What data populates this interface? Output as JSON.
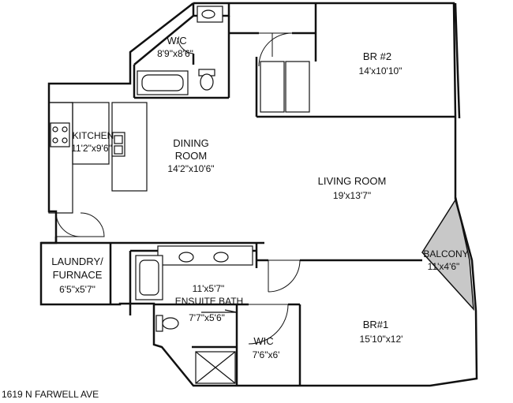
{
  "rooms": {
    "wc": {
      "name": "W/C",
      "dims": "8'9\"x8'6\""
    },
    "br2": {
      "name": "BR #2",
      "dims": "14'x10'10\""
    },
    "kitchen": {
      "name": "KITCHEN",
      "dims": "11'2\"x9'6\""
    },
    "dining": {
      "name_line1": "DINING",
      "name_line2": "ROOM",
      "dims": "14'2\"x10'6\""
    },
    "living": {
      "name": "LIVING ROOM",
      "dims": "19'x13'7\""
    },
    "laundry": {
      "name_line1": "LAUNDRY/",
      "name_line2": "FURNACE",
      "dims": "6'5\"x5'7\""
    },
    "balcony": {
      "name": "BALCONY",
      "dims": "11'x4'6\""
    },
    "ensuite": {
      "dims_top": "11'x5'7\"",
      "name": "ENSUITE BATH",
      "dims": "7'7\"x5'6\""
    },
    "wic": {
      "name": "WIC",
      "dims": "7'6\"x6'"
    },
    "br1": {
      "name": "BR#1",
      "dims": "15'10\"x12'"
    }
  },
  "address": "1619 N FARWELL AVE"
}
